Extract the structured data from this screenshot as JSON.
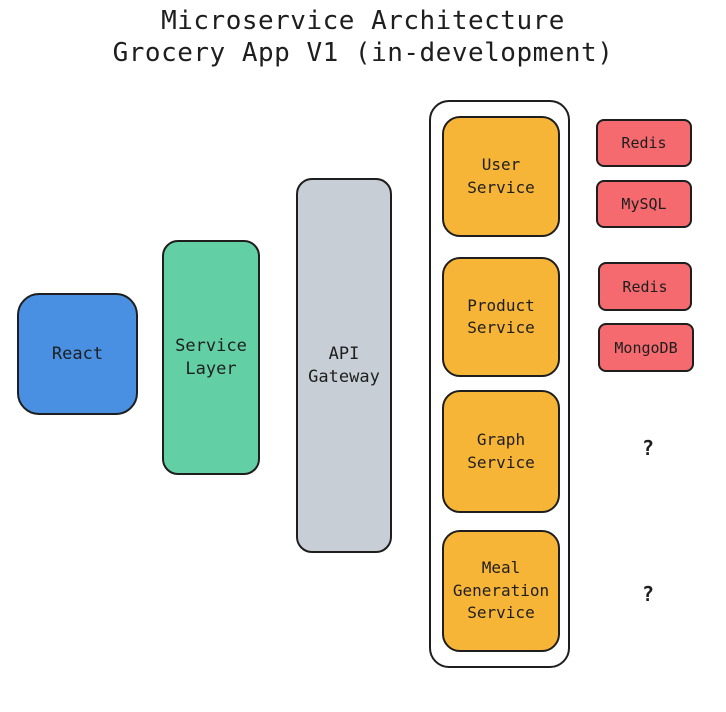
{
  "title": {
    "line1": "Microservice Architecture",
    "line2": "Grocery App V1 (in-development)"
  },
  "nodes": {
    "react": "React",
    "service_layer": "Service\nLayer",
    "api_gateway": "API\nGateway"
  },
  "services": [
    {
      "label": "User\nService"
    },
    {
      "label": "Product\nService"
    },
    {
      "label": "Graph\nService"
    },
    {
      "label": "Meal\nGeneration\nService"
    }
  ],
  "datastores": [
    {
      "label": "Redis"
    },
    {
      "label": "MySQL"
    },
    {
      "label": "Redis"
    },
    {
      "label": "MongoDB"
    }
  ],
  "unknowns": [
    "?",
    "?"
  ],
  "colors": {
    "react": "#4a90e2",
    "service_layer": "#63cfa4",
    "api_gateway": "#c8ced6",
    "service": "#f7b538",
    "datastore": "#f46a6f"
  }
}
